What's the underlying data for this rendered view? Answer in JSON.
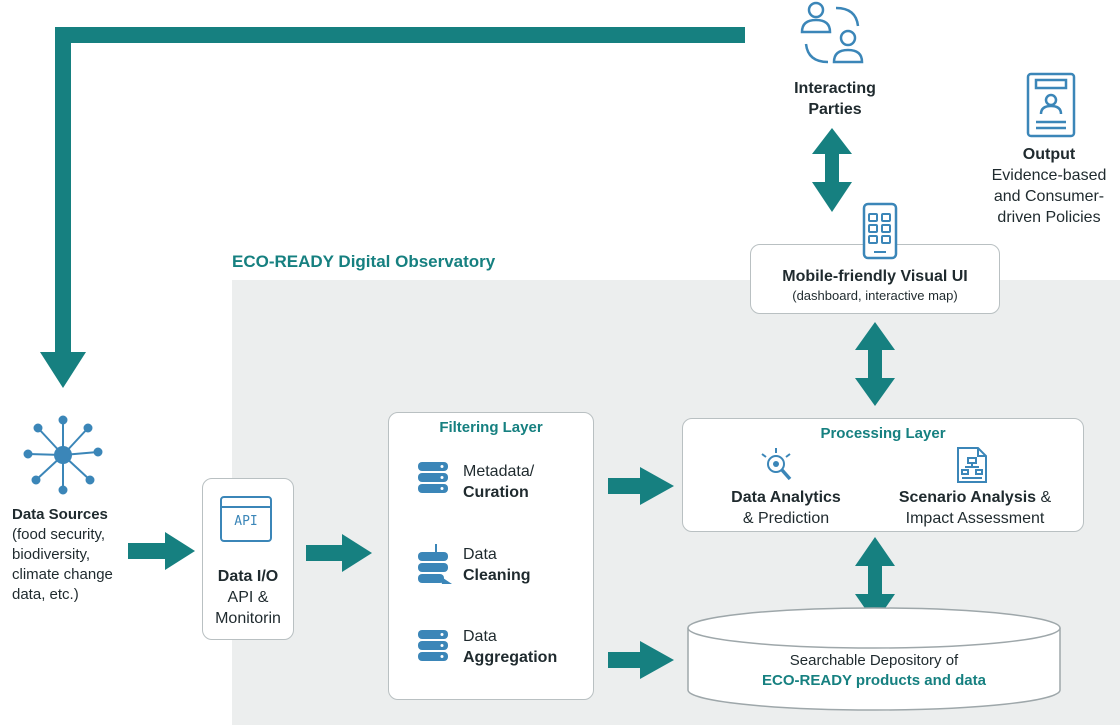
{
  "observatory": {
    "title": "ECO-READY Digital Observatory"
  },
  "interacting_parties": {
    "line1": "Interacting",
    "line2": "Parties",
    "icon": "people-exchange-icon"
  },
  "output": {
    "title": "Output",
    "line1": "Evidence-based",
    "line2": "and Consumer-",
    "line3": "driven Policies",
    "icon": "policy-document-icon"
  },
  "mobile_ui": {
    "title": "Mobile-friendly Visual UI",
    "subtitle": "(dashboard, interactive map)",
    "icon": "mobile-phone-icon"
  },
  "data_sources": {
    "title": "Data Sources",
    "lines": [
      "(food security,",
      "biodiversity,",
      "climate change",
      "data, etc.)"
    ],
    "icon": "network-hub-icon"
  },
  "data_io": {
    "icon_label": "API",
    "title": "Data I/O",
    "line1": "API &",
    "line2": "Monitorin"
  },
  "filtering": {
    "title": "Filtering Layer",
    "items": [
      {
        "line1": "Metadata/",
        "line2": "Curation",
        "icon": "database-icon"
      },
      {
        "line1": "Data",
        "line2": "Cleaning",
        "icon": "database-clean-icon"
      },
      {
        "line1": "Data",
        "line2": "Aggregation",
        "icon": "database-icon"
      }
    ]
  },
  "processing": {
    "title": "Processing Layer",
    "analytics_title": "Data Analytics",
    "analytics_sub": "& Prediction",
    "scenario_title": "Scenario Analysis",
    "scenario_amp": " &",
    "scenario_sub": "Impact Assessment"
  },
  "repository": {
    "line1": "Searchable Depository of",
    "line2": "ECO-READY products and data"
  },
  "colors": {
    "teal": "#168080",
    "icon_blue": "#3b86b8",
    "panel": "#eceeee",
    "border": "#b9c0c2"
  }
}
